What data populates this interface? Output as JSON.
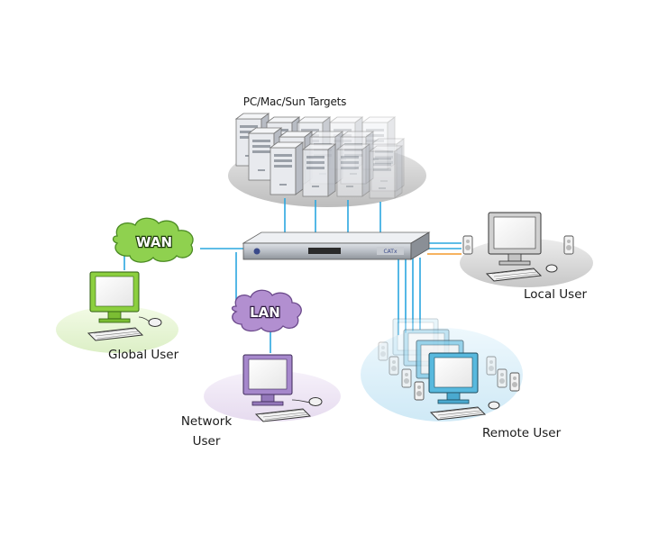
{
  "labels": {
    "targets": "PC/Mac/Sun Targets",
    "wan": "WAN",
    "lan": "LAN",
    "global_user": "Global User",
    "local_user": "Local User",
    "network_user_line1": "Network",
    "network_user_line2": "User",
    "remote_user": "Remote User",
    "device_brand": "CATx"
  },
  "colors": {
    "link": "#2aa7df",
    "link_orange": "#f39a2c",
    "wan_cloud": "#8fd14f",
    "lan_cloud": "#b28fd0",
    "global_monitor": "#8ccf3f",
    "network_monitor": "#a688cc",
    "remote_monitor": "#58b9de",
    "local_monitor": "#d0d0d0"
  }
}
